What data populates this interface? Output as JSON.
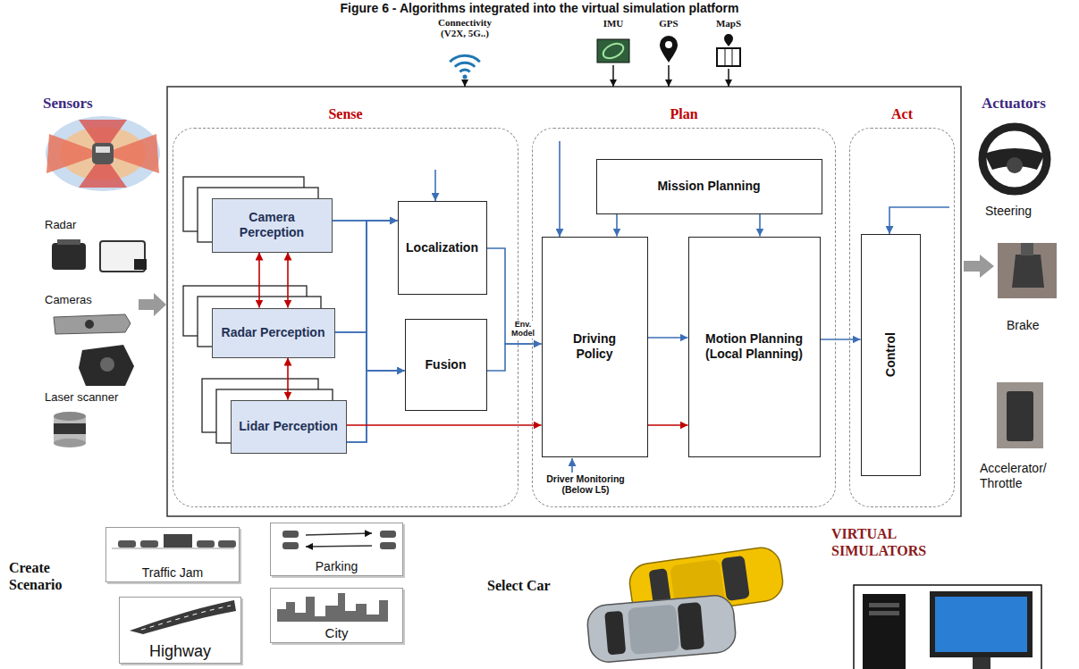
{
  "diagram": {
    "title": "Figure 6 - Algorithms integrated into the virtual simulation platform",
    "nodes": [
      {
        "text": [
          "Sense"
        ]
      },
      {
        "text": [
          "Camera Perception"
        ],
        "in": 0
      },
      {
        "text": [
          "Radar Perception"
        ],
        "in": 0
      },
      {
        "text": [
          "Lidar Perception"
        ],
        "in": 0
      },
      {
        "text": [
          "Localization"
        ],
        "in": 0
      },
      {
        "text": [
          "Fusion"
        ],
        "in": 0
      },
      {
        "text": [
          "Plan"
        ]
      },
      {
        "text": [
          "Mission Planning"
        ],
        "in": 6
      },
      {
        "text": [
          "Driving Policy"
        ],
        "in": 6
      },
      {
        "text": [
          "Motion Planning (Local Planning)"
        ],
        "in": 6
      },
      {
        "text": [
          "Act"
        ]
      },
      {
        "text": [
          "Control"
        ],
        "in": 10
      },
      {
        "text": [
          "Traffic Jam"
        ]
      },
      {
        "text": [
          "Parking"
        ]
      },
      {
        "text": [
          "Highway"
        ]
      },
      {
        "text": [
          "City"
        ]
      }
    ],
    "edges": [
      {
        "from": 1,
        "to": 4,
        "arrow": "to"
      },
      {
        "from": 1,
        "to": 5,
        "arrow": "to"
      },
      {
        "from": 2,
        "to": 4,
        "arrow": "to"
      },
      {
        "from": 2,
        "to": 5,
        "arrow": "to"
      },
      {
        "from": 3,
        "to": 4,
        "arrow": "to"
      },
      {
        "from": 3,
        "to": 5,
        "arrow": "to"
      },
      {
        "from": 1,
        "to": 2,
        "arrow": "both"
      },
      {
        "from": 1,
        "to": 2,
        "arrow": "both"
      },
      {
        "from": 2,
        "to": 3,
        "arrow": "both"
      },
      {
        "from": 3,
        "to": 8,
        "arrow": "to"
      },
      {
        "from": 4,
        "to": 8,
        "arrow": "to"
      },
      {
        "from": 5,
        "to": 8,
        "arrow": "to",
        "label": "Env. Model"
      },
      {
        "from": 7,
        "to": 8,
        "arrow": "to"
      },
      {
        "from": 7,
        "to": 9,
        "arrow": "to"
      },
      {
        "from": 8,
        "to": 9,
        "arrow": "to"
      },
      {
        "from": 8,
        "to": 9,
        "arrow": "to"
      },
      {
        "from": 9,
        "to": 11,
        "arrow": "to"
      }
    ],
    "labels": [
      "Sensors",
      "Radar",
      "Cameras",
      "Laser scanner",
      "Actuators",
      "Steering",
      "Brake",
      "Accelerator/ Throttle",
      "Connectivity (V2X, 5G..)",
      "IMU",
      "GPS",
      "MapS",
      "Driver Monitoring (Below L5)",
      "Create Scenario",
      "Select Car",
      "VIRTUAL SIMULATORS"
    ]
  }
}
